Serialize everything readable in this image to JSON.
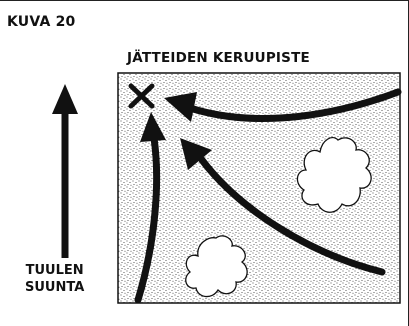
{
  "figure": {
    "label": "KUVA 20",
    "title": "JÄTTEIDEN KERUUPISTE"
  },
  "wind": {
    "line1": "TUULEN",
    "line2": "SUUNTA"
  },
  "collection_point": {
    "icon": "x-mark-icon"
  },
  "colors": {
    "ink": "#111111",
    "background": "#ffffff",
    "stipple": "#333333"
  }
}
